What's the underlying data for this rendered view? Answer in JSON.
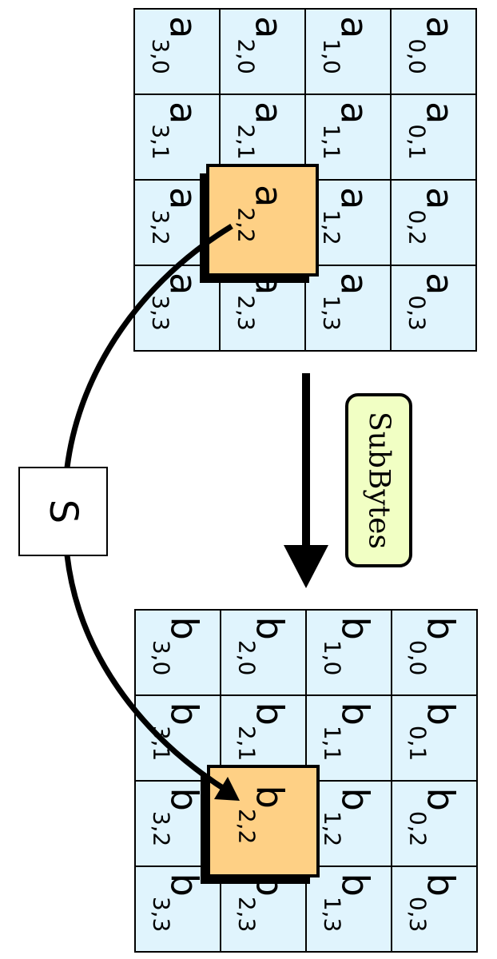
{
  "operation_label": "SubBytes",
  "sbox_label": "S",
  "input_state": {
    "letter": "a",
    "cells": [
      [
        "0,0",
        "0,1",
        "0,2",
        "0,3"
      ],
      [
        "1,0",
        "1,1",
        "1,2",
        "1,3"
      ],
      [
        "2,0",
        "2,1",
        "2,2",
        "2,3"
      ],
      [
        "3,0",
        "3,1",
        "3,2",
        "3,3"
      ]
    ],
    "highlight": "2,2"
  },
  "output_state": {
    "letter": "b",
    "cells": [
      [
        "0,0",
        "0,1",
        "0,2",
        "0,3"
      ],
      [
        "1,0",
        "1,1",
        "1,2",
        "1,3"
      ],
      [
        "2,0",
        "2,1",
        "2,2",
        "2,3"
      ],
      [
        "3,0",
        "3,1",
        "3,2",
        "3,3"
      ]
    ],
    "highlight": "2,2"
  },
  "colors": {
    "cell_fill": "#e0f4fd",
    "highlight_fill": "#fed085",
    "operation_fill": "#f1ffc4"
  }
}
